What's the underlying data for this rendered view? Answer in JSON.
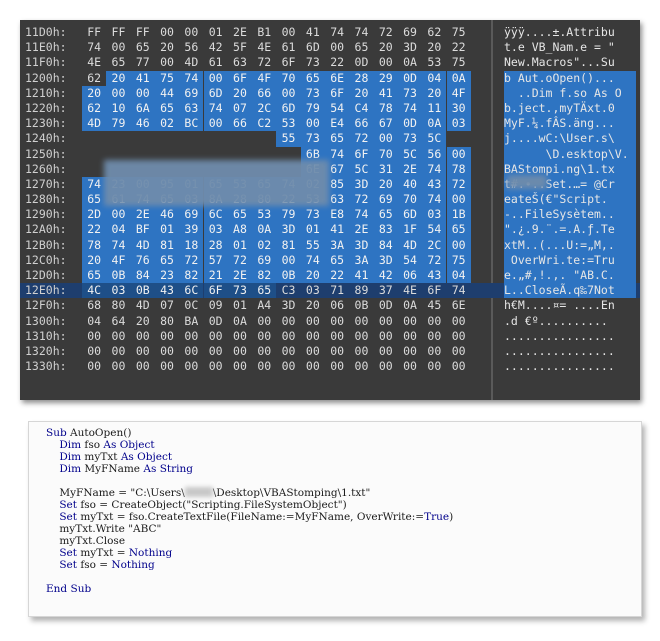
{
  "hex": {
    "rows": [
      {
        "offset": "11D0h:",
        "bytes": [
          "FF",
          "FF",
          "FF",
          "00",
          "00",
          "01",
          "2E",
          "B1",
          "00",
          "41",
          "74",
          "74",
          "72",
          "69",
          "62",
          "75"
        ],
        "ascii": "ÿÿÿ....±.Attribu"
      },
      {
        "offset": "11E0h:",
        "bytes": [
          "74",
          "00",
          "65",
          "20",
          "56",
          "42",
          "5F",
          "4E",
          "61",
          "6D",
          "00",
          "65",
          "20",
          "3D",
          "20",
          "22"
        ],
        "ascii": "t.e VB_Nam.e = \""
      },
      {
        "offset": "11F0h:",
        "bytes": [
          "4E",
          "65",
          "77",
          "00",
          "4D",
          "61",
          "63",
          "72",
          "6F",
          "73",
          "22",
          "0D",
          "00",
          "0A",
          "53",
          "75"
        ],
        "ascii": "New.Macros\"...Su"
      },
      {
        "offset": "1200h:",
        "bytes": [
          "62",
          "20",
          "41",
          "75",
          "74",
          "00",
          "6F",
          "4F",
          "70",
          "65",
          "6E",
          "28",
          "29",
          "0D",
          "04",
          "0A"
        ],
        "ascii": "b Aut.oOpen()..."
      },
      {
        "offset": "1210h:",
        "bytes": [
          "20",
          "00",
          "00",
          "44",
          "69",
          "6D",
          "20",
          "66",
          "00",
          "73",
          "6F",
          "20",
          "41",
          "73",
          "20",
          "4F"
        ],
        "ascii": "  ..Dim f.so As O"
      },
      {
        "offset": "1220h:",
        "bytes": [
          "62",
          "10",
          "6A",
          "65",
          "63",
          "74",
          "07",
          "2C",
          "6D",
          "79",
          "54",
          "C4",
          "78",
          "74",
          "11",
          "30"
        ],
        "ascii": "b.ject.,myTÄxt.0"
      },
      {
        "offset": "1230h:",
        "bytes": [
          "4D",
          "79",
          "46",
          "02",
          "BC",
          "00",
          "66",
          "C2",
          "53",
          "00",
          "E4",
          "66",
          "67",
          "0D",
          "0A",
          "03"
        ],
        "ascii": "MyF.¼.fÂS.äng..."
      },
      {
        "offset": "1240h:",
        "bytes": [
          "",
          "",
          "",
          "",
          "",
          "",
          "",
          "",
          "55",
          "73",
          "65",
          "72",
          "00",
          "73",
          "5C",
          ""
        ],
        "ascii": "j....wC:\\User.s\\"
      },
      {
        "offset": "1250h:",
        "bytes": [
          "",
          "",
          "",
          "",
          "",
          "",
          "",
          "",
          "",
          "6B",
          "74",
          "6F",
          "70",
          "5C",
          "56",
          "00"
        ],
        "ascii": "      \\D.esktop\\V."
      },
      {
        "offset": "1260h:",
        "bytes": [
          "",
          "",
          "",
          "",
          "",
          "",
          "",
          "",
          "",
          "6E",
          "67",
          "5C",
          "31",
          "2E",
          "74",
          "78"
        ],
        "ascii": "BAStompi.ng\\1.tx"
      },
      {
        "offset": "1270h:",
        "bytes": [
          "74",
          "23",
          "00",
          "95",
          "01",
          "65",
          "53",
          "65",
          "74",
          "02",
          "85",
          "3D",
          "20",
          "40",
          "43",
          "72"
        ],
        "ascii": "t#.•..Set.…= @Cr"
      },
      {
        "offset": "1280h:",
        "bytes": [
          "65",
          "61",
          "74",
          "65",
          "03",
          "8A",
          "28",
          "80",
          "22",
          "53",
          "63",
          "72",
          "69",
          "70",
          "74",
          "00"
        ],
        "ascii": "eateŠ(€\"Script."
      },
      {
        "offset": "1290h:",
        "bytes": [
          "2D",
          "00",
          "2E",
          "46",
          "69",
          "6C",
          "65",
          "53",
          "79",
          "73",
          "E8",
          "74",
          "65",
          "6D",
          "03",
          "1B"
        ],
        "ascii": "-..FileSysètem.."
      },
      {
        "offset": "12A0h:",
        "bytes": [
          "22",
          "04",
          "BF",
          "01",
          "39",
          "03",
          "A8",
          "0A",
          "3D",
          "01",
          "41",
          "2E",
          "83",
          "1F",
          "54",
          "65"
        ],
        "ascii": "\".¿.9.¨.=.A.ƒ.Te"
      },
      {
        "offset": "12B0h:",
        "bytes": [
          "78",
          "74",
          "4D",
          "81",
          "18",
          "28",
          "01",
          "02",
          "81",
          "55",
          "3A",
          "3D",
          "84",
          "4D",
          "2C",
          "00"
        ],
        "ascii": "xtM..(...U:=„M,."
      },
      {
        "offset": "12C0h:",
        "bytes": [
          "20",
          "4F",
          "76",
          "65",
          "72",
          "57",
          "72",
          "69",
          "00",
          "74",
          "65",
          "3A",
          "3D",
          "54",
          "72",
          "75"
        ],
        "ascii": " OverWri.te:=Tru"
      },
      {
        "offset": "12D0h:",
        "bytes": [
          "65",
          "0B",
          "84",
          "23",
          "82",
          "21",
          "2E",
          "82",
          "0B",
          "20",
          "22",
          "41",
          "42",
          "06",
          "43",
          "04"
        ],
        "ascii": "e.„#‚!.‚. \"AB.C."
      },
      {
        "offset": "12E0h:",
        "bytes": [
          "4C",
          "03",
          "0B",
          "43",
          "6C",
          "6F",
          "73",
          "65",
          "C3",
          "03",
          "71",
          "89",
          "37",
          "4E",
          "6F",
          "74"
        ],
        "ascii": "L..CloseÃ.q‰7Not"
      },
      {
        "offset": "12F0h:",
        "bytes": [
          "68",
          "80",
          "4D",
          "07",
          "0C",
          "09",
          "01",
          "A4",
          "3D",
          "20",
          "06",
          "0B",
          "0D",
          "0A",
          "45",
          "6E"
        ],
        "ascii": "h€M....¤= ....En"
      },
      {
        "offset": "1300h:",
        "bytes": [
          "04",
          "64",
          "20",
          "80",
          "BA",
          "0D",
          "0A",
          "00",
          "00",
          "00",
          "00",
          "00",
          "00",
          "00",
          "00",
          "00"
        ],
        "ascii": ".d €º.........."
      },
      {
        "offset": "1310h:",
        "bytes": [
          "00",
          "00",
          "00",
          "00",
          "00",
          "00",
          "00",
          "00",
          "00",
          "00",
          "00",
          "00",
          "00",
          "00",
          "00",
          "00"
        ],
        "ascii": "................"
      },
      {
        "offset": "1320h:",
        "bytes": [
          "00",
          "00",
          "00",
          "00",
          "00",
          "00",
          "00",
          "00",
          "00",
          "00",
          "00",
          "00",
          "00",
          "00",
          "00",
          "00"
        ],
        "ascii": "................"
      },
      {
        "offset": "1330h:",
        "bytes": [
          "00",
          "00",
          "00",
          "00",
          "00",
          "00",
          "00",
          "00",
          "00",
          "00",
          "00",
          "00",
          "00",
          "00",
          "00",
          "00"
        ],
        "ascii": "................"
      }
    ]
  },
  "code": {
    "lines": [
      "Sub AutoOpen()",
      "    Dim fso As Object",
      "    Dim myTxt As Object",
      "    Dim MyFName As String",
      "",
      "    MyFName = \"C:\\Users\\[redacted]\\Desktop\\VBAStomping\\1.txt\"",
      "    Set fso = CreateObject(\"Scripting.FileSystemObject\")",
      "    Set myTxt = fso.CreateTextFile(FileName:=MyFName, OverWrite:=True)",
      "    myTxt.Write \"ABC\"",
      "    myTxt.Close",
      "    Set myTxt = Nothing",
      "    Set fso = Nothing",
      "",
      "End Sub"
    ]
  }
}
